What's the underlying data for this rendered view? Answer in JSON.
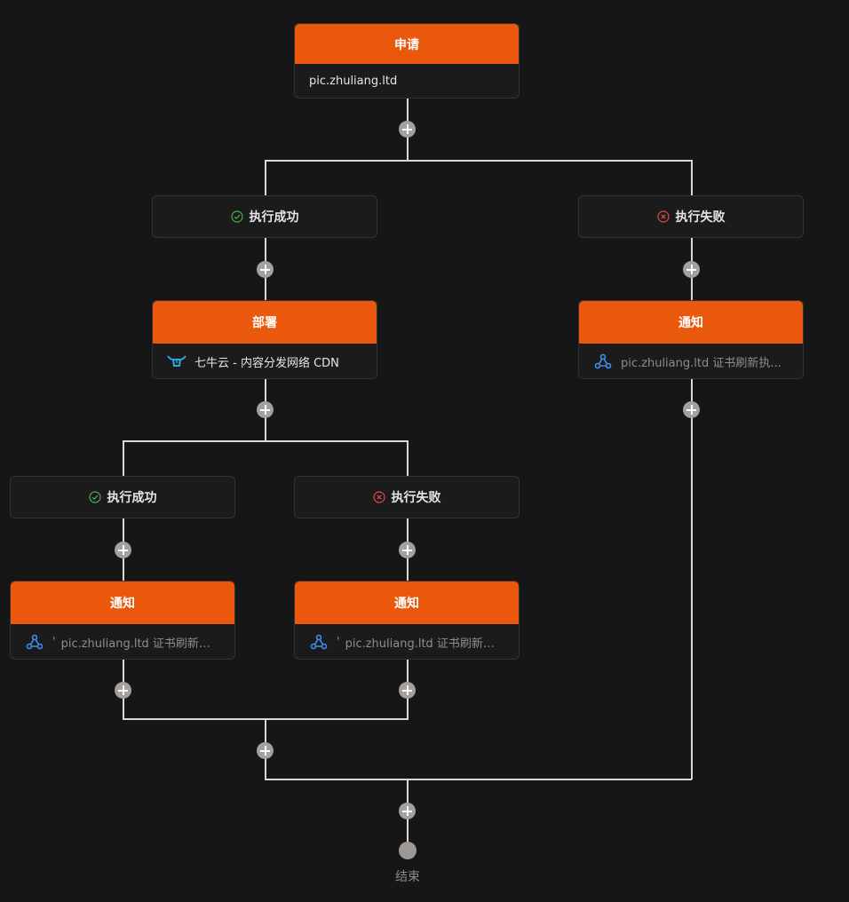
{
  "apply": {
    "title": "申请",
    "domain": "pic.zhuliang.ltd"
  },
  "branch_success": "执行成功",
  "branch_fail": "执行失败",
  "deploy": {
    "title": "部署",
    "provider": "七牛云 - 内容分发网络 CDN",
    "icon": "qiniu-cow-icon"
  },
  "notify_fail_top": {
    "title": "通知",
    "text": "pic.zhuliang.ltd 证书刷新执...",
    "icon": "webhook-icon"
  },
  "notify_success": {
    "title": "通知",
    "prefix": "'",
    "text": "pic.zhuliang.ltd 证书刷新成功",
    "icon": "webhook-icon"
  },
  "notify_fail": {
    "title": "通知",
    "prefix": "'",
    "text": "pic.zhuliang.ltd 证书刷新失败",
    "icon": "webhook-icon"
  },
  "end_label": "结束",
  "colors": {
    "accent": "#e9580c",
    "success": "#4caf50",
    "fail": "#e04c4c",
    "webhook": "#3d8ef0",
    "qiniu": "#2fa8e0"
  }
}
